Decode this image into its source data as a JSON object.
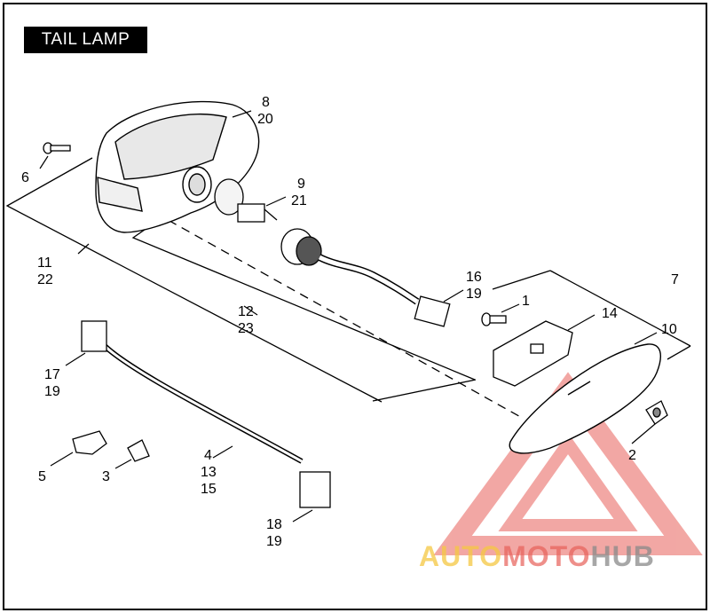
{
  "title": "TAIL LAMP",
  "callouts": [
    {
      "id": "c1",
      "text": "1"
    },
    {
      "id": "c2",
      "text": "2"
    },
    {
      "id": "c3",
      "text": "3"
    },
    {
      "id": "c4",
      "text": "4"
    },
    {
      "id": "c5",
      "text": "5"
    },
    {
      "id": "c6",
      "text": "6"
    },
    {
      "id": "c7",
      "text": "7"
    },
    {
      "id": "c8",
      "text": "8"
    },
    {
      "id": "c9",
      "text": "9"
    },
    {
      "id": "c10",
      "text": "10"
    },
    {
      "id": "c11",
      "text": "11"
    },
    {
      "id": "c12",
      "text": "12"
    },
    {
      "id": "c13",
      "text": "13"
    },
    {
      "id": "c14",
      "text": "14"
    },
    {
      "id": "c15",
      "text": "15"
    },
    {
      "id": "c16",
      "text": "16"
    },
    {
      "id": "c17",
      "text": "17"
    },
    {
      "id": "c18",
      "text": "18"
    },
    {
      "id": "c19a",
      "text": "19"
    },
    {
      "id": "c19b",
      "text": "19"
    },
    {
      "id": "c19c",
      "text": "19"
    },
    {
      "id": "c20",
      "text": "20"
    },
    {
      "id": "c21",
      "text": "21"
    },
    {
      "id": "c22",
      "text": "22"
    },
    {
      "id": "c23",
      "text": "23"
    }
  ],
  "watermark": {
    "part1": "AUTO",
    "part2": "MOTO",
    "part3": "HUB",
    "color1": "#f5c842",
    "color2": "#e8605a",
    "color3": "#8a8a8a"
  }
}
